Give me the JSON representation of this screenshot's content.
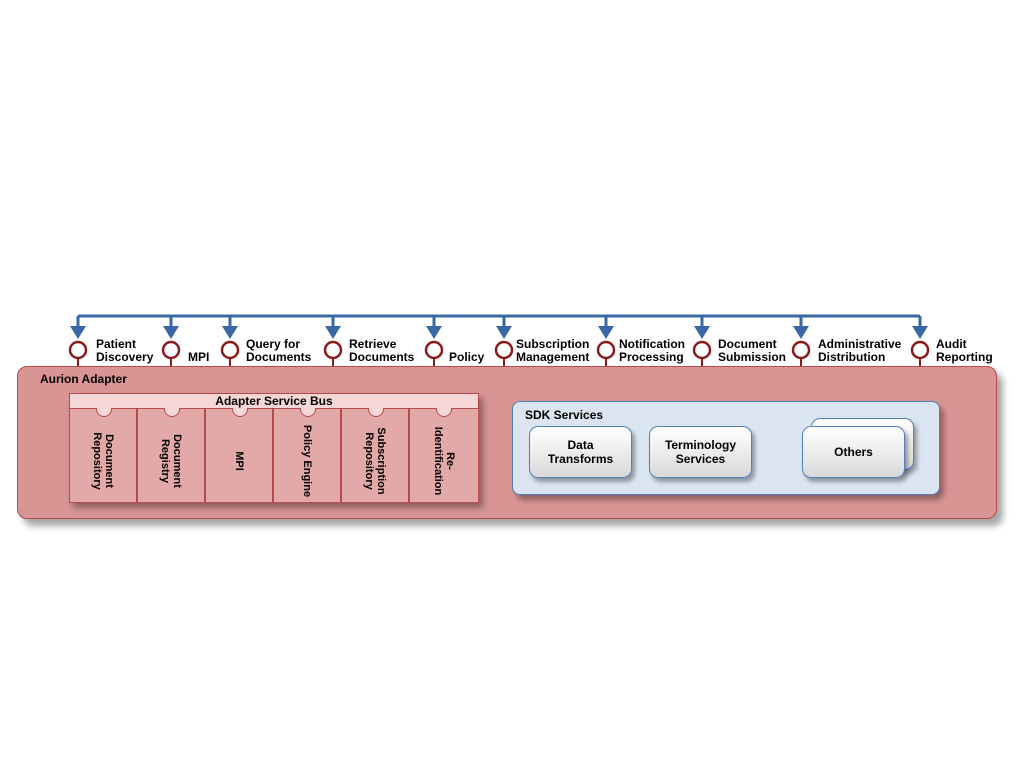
{
  "interfaces": [
    {
      "line1": "Patient",
      "line2": "Discovery"
    },
    {
      "line1": "MPI",
      "line2": ""
    },
    {
      "line1": "Query for",
      "line2": "Documents"
    },
    {
      "line1": "Retrieve",
      "line2": "Documents"
    },
    {
      "line1": "Policy",
      "line2": ""
    },
    {
      "line1": "Subscription",
      "line2": "Management"
    },
    {
      "line1": "Notification",
      "line2": "Processing"
    },
    {
      "line1": "Document",
      "line2": "Submission"
    },
    {
      "line1": "Administrative",
      "line2": "Distribution"
    },
    {
      "line1": "Audit",
      "line2": "Reporting"
    }
  ],
  "adapter": {
    "title": "Aurion Adapter",
    "service_bus": {
      "title": "Adapter Service Bus",
      "modules": [
        {
          "line1": "Document",
          "line2": "Repository"
        },
        {
          "line1": "Document",
          "line2": "Registry"
        },
        {
          "line1": "MPI",
          "line2": ""
        },
        {
          "line1": "Policy Engine",
          "line2": ""
        },
        {
          "line1": "Subscription",
          "line2": "Repository"
        },
        {
          "line1": "Re-",
          "line2": "Identification"
        }
      ]
    },
    "sdk": {
      "title": "SDK Services",
      "services": [
        {
          "line1": "Data",
          "line2": "Transforms"
        },
        {
          "line1": "Terminology",
          "line2": "Services"
        },
        {
          "line1": "Others",
          "line2": ""
        }
      ]
    }
  },
  "colors": {
    "connector_blue": "#3a67a5",
    "port_red": "#8b1a1a",
    "adapter_fill": "#d99594",
    "sdk_fill": "#dbe5f1"
  }
}
